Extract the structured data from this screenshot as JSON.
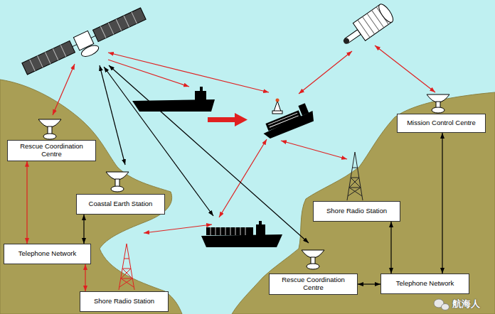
{
  "diagram": {
    "nodes": [
      {
        "text": [
          "Rescue Coordination Centre"
        ]
      },
      {
        "text": [
          "Coastal Earth Station"
        ]
      },
      {
        "text": [
          "Telephone Network"
        ]
      },
      {
        "text": [
          "Shore Radio Station"
        ]
      },
      {
        "text": [
          "Mission Control Centre"
        ]
      },
      {
        "text": [
          "Shore Radio Station"
        ]
      },
      {
        "text": [
          "Rescue Coordination Centre"
        ]
      },
      {
        "text": [
          "Telephone Network"
        ]
      }
    ],
    "edges": [
      {
        "from": 0,
        "to": 2,
        "arrow": "both"
      },
      {
        "from": 1,
        "to": 2,
        "arrow": "both"
      },
      {
        "from": 2,
        "to": 3,
        "arrow": "both"
      },
      {
        "from": 4,
        "to": 7,
        "arrow": "both"
      },
      {
        "from": 5,
        "to": 7,
        "arrow": "both"
      },
      {
        "from": 6,
        "to": 7,
        "arrow": "both"
      }
    ],
    "labels": [
      "航海人"
    ]
  }
}
